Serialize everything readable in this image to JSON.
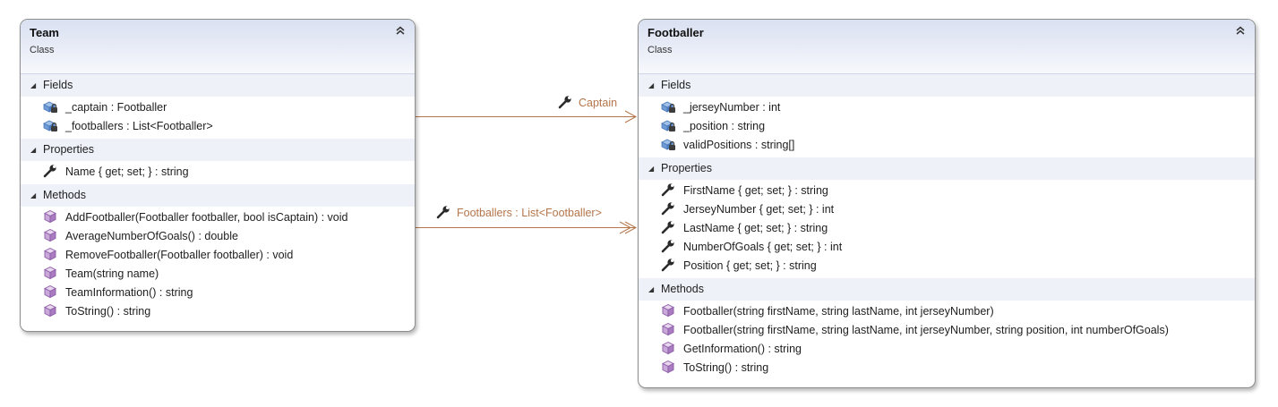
{
  "colors": {
    "connector": "#b5754a",
    "header_top": "#d9e0f1",
    "section_bg": "#eef1f8",
    "method_icon": "#9a6fb0",
    "field_icon": "#5b86c6"
  },
  "classes": [
    {
      "id": "team",
      "name": "Team",
      "kind": "Class",
      "sections": [
        {
          "title": "Fields",
          "icon": "field-lock-icon",
          "members": [
            "_captain : Footballer",
            "_footballers : List<Footballer>"
          ]
        },
        {
          "title": "Properties",
          "icon": "wrench-icon",
          "members": [
            "Name { get; set; } : string"
          ]
        },
        {
          "title": "Methods",
          "icon": "cube-icon",
          "members": [
            "AddFootballer(Footballer footballer, bool isCaptain) : void",
            "AverageNumberOfGoals() : double",
            "RemoveFootballer(Footballer footballer) : void",
            "Team(string name)",
            "TeamInformation() : string",
            "ToString() : string"
          ]
        }
      ]
    },
    {
      "id": "footballer",
      "name": "Footballer",
      "kind": "Class",
      "sections": [
        {
          "title": "Fields",
          "icon": "field-lock-icon",
          "members": [
            "_jerseyNumber : int",
            "_position : string",
            "validPositions : string[]"
          ]
        },
        {
          "title": "Properties",
          "icon": "wrench-icon",
          "members": [
            "FirstName { get; set; } : string",
            "JerseyNumber { get; set; } : int",
            "LastName { get; set; } : string",
            "NumberOfGoals { get; set; } : int",
            "Position { get; set; } : string"
          ]
        },
        {
          "title": "Methods",
          "icon": "cube-icon",
          "members": [
            "Footballer(string firstName, string lastName, int jerseyNumber)",
            "Footballer(string firstName, string lastName, int jerseyNumber, string position, int numberOfGoals)",
            "GetInformation() : string",
            "ToString() : string"
          ]
        }
      ]
    }
  ],
  "associations": [
    {
      "label": "Captain"
    },
    {
      "label": "Footballers : List<Footballer>"
    }
  ]
}
